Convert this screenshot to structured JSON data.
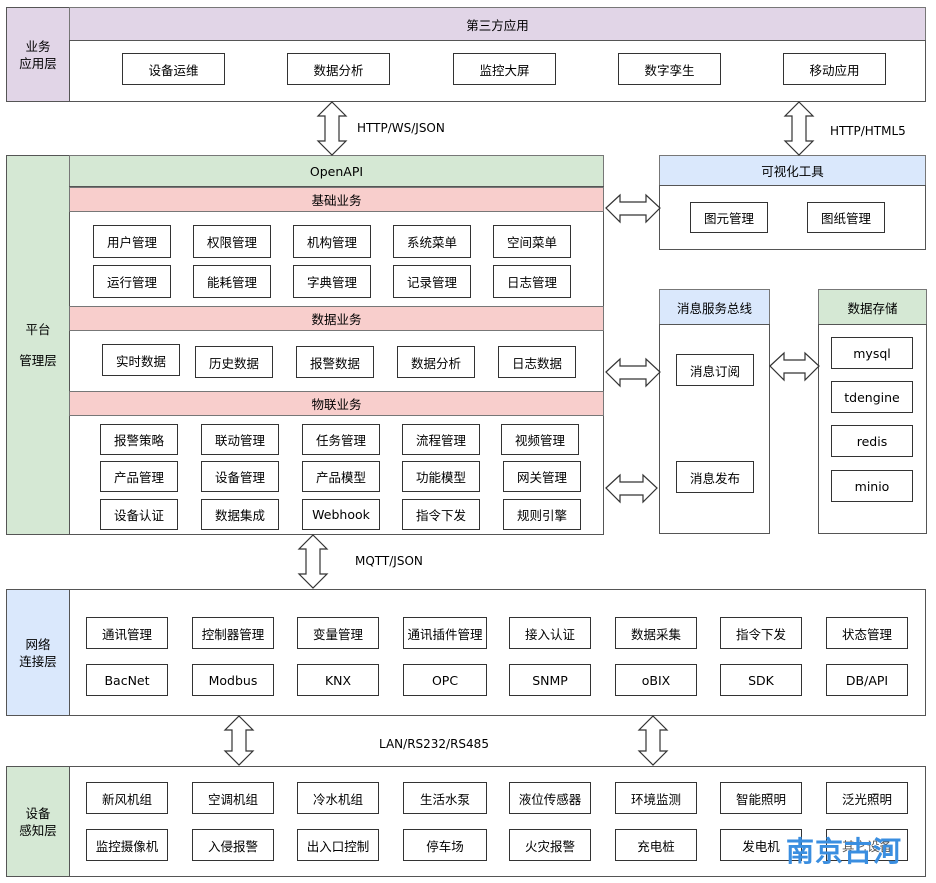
{
  "business_layer": {
    "label": [
      "业务",
      "应用层"
    ],
    "header": "第三方应用",
    "items": [
      "设备运维",
      "数据分析",
      "监控大屏",
      "数字孪生",
      "移动应用"
    ]
  },
  "protocols": {
    "top_left": "HTTP/WS/JSON",
    "top_right": "HTTP/HTML5",
    "middle": "MQTT/JSON",
    "bottom": "LAN/RS232/RS485"
  },
  "platform_layer": {
    "label": [
      "平台",
      "",
      "管理层"
    ],
    "header": "OpenAPI",
    "basic": {
      "title": "基础业务",
      "rows": [
        [
          "用户管理",
          "权限管理",
          "机构管理",
          "系统菜单",
          "空间菜单"
        ],
        [
          "运行管理",
          "能耗管理",
          "字典管理",
          "记录管理",
          "日志管理"
        ]
      ]
    },
    "data": {
      "title": "数据业务",
      "items": [
        "实时数据",
        "历史数据",
        "报警数据",
        "数据分析",
        "日志数据"
      ]
    },
    "iot": {
      "title": "物联业务",
      "rows": [
        [
          "报警策略",
          "联动管理",
          "任务管理",
          "流程管理",
          "视频管理"
        ],
        [
          "产品管理",
          "设备管理",
          "产品模型",
          "功能模型",
          "网关管理"
        ],
        [
          "设备认证",
          "数据集成",
          "Webhook",
          "指令下发",
          "规则引擎"
        ]
      ]
    }
  },
  "visual_tools": {
    "title": "可视化工具",
    "items": [
      "图元管理",
      "图纸管理"
    ]
  },
  "message_bus": {
    "title": "消息服务总线",
    "items": [
      "消息订阅",
      "消息发布"
    ]
  },
  "storage": {
    "title": "数据存储",
    "items": [
      "mysql",
      "tdengine",
      "redis",
      "minio"
    ]
  },
  "network_layer": {
    "label": [
      "网络",
      "连接层"
    ],
    "rows": [
      [
        "通讯管理",
        "控制器管理",
        "变量管理",
        "通讯插件管理",
        "接入认证",
        "数据采集",
        "指令下发",
        "状态管理"
      ],
      [
        "BacNet",
        "Modbus",
        "KNX",
        "OPC",
        "SNMP",
        "oBIX",
        "SDK",
        "DB/API"
      ]
    ]
  },
  "device_layer": {
    "label": [
      "设备",
      "感知层"
    ],
    "rows": [
      [
        "新风机组",
        "空调机组",
        "冷水机组",
        "生活水泵",
        "液位传感器",
        "环境监测",
        "智能照明",
        "泛光照明"
      ],
      [
        "监控摄像机",
        "入侵报警",
        "出入口控制",
        "停车场",
        "火灾报警",
        "充电桩",
        "发电机",
        "其它设备"
      ]
    ]
  },
  "watermark": "南京古河"
}
